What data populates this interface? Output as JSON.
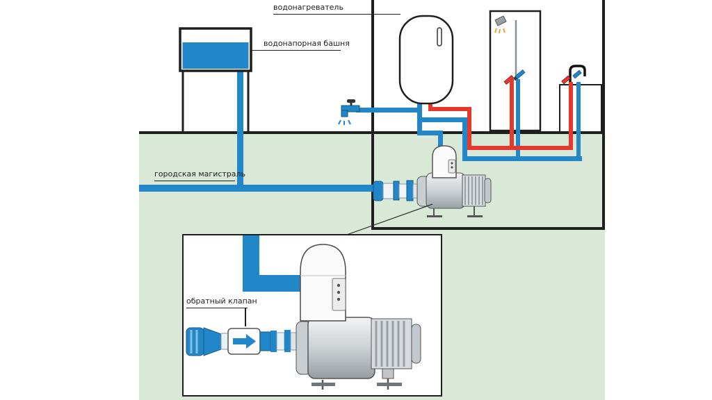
{
  "diagram": {
    "labels": {
      "water_heater": "водонагреватель",
      "water_tower": "водонапорная башня",
      "city_main": "городская магистраль",
      "check_valve": "обратный клапан"
    },
    "colors": {
      "cold_pipe": "#2287c9",
      "hot_pipe": "#e6392e",
      "ground": "#d9e8d7",
      "outline": "#1f1f1f"
    }
  }
}
